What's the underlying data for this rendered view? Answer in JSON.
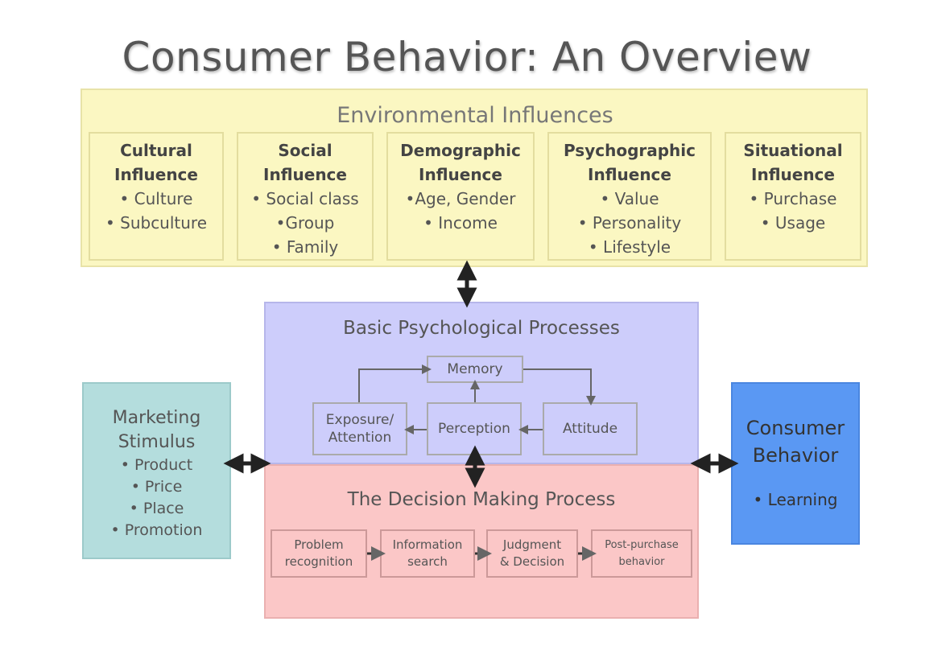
{
  "title": "Consumer Behavior: An Overview",
  "environmental": {
    "title": "Environmental Influences",
    "items": [
      {
        "heading_1": "Cultural",
        "heading_2": "Influence",
        "bullets": [
          "• Culture",
          "• Subculture"
        ]
      },
      {
        "heading_1": "Social",
        "heading_2": "Influence",
        "bullets": [
          "• Social class",
          "•Group",
          "• Family"
        ]
      },
      {
        "heading_1": "Demographic",
        "heading_2": "Influence",
        "bullets": [
          "•Age, Gender",
          "• Income"
        ]
      },
      {
        "heading_1": "Psychographic",
        "heading_2": "Influence",
        "bullets": [
          "• Value",
          "• Personality",
          "• Lifestyle"
        ]
      },
      {
        "heading_1": "Situational",
        "heading_2": "Influence",
        "bullets": [
          "• Purchase",
          "• Usage"
        ]
      }
    ]
  },
  "psychological": {
    "title": "Basic Psychological Processes",
    "memory": "Memory",
    "exposure_1": "Exposure/",
    "exposure_2": "Attention",
    "perception": "Perception",
    "attitude": "Attitude"
  },
  "decision": {
    "title": "The Decision Making Process",
    "steps": [
      {
        "line_1": "Problem",
        "line_2": "recognition"
      },
      {
        "line_1": "Information",
        "line_2": "search"
      },
      {
        "line_1": "Judgment",
        "line_2": "& Decision"
      },
      {
        "line_1": "Post-purchase",
        "line_2": "behavior"
      }
    ]
  },
  "marketing": {
    "title_1": "Marketing",
    "title_2": "Stimulus",
    "bullets": [
      "• Product",
      "• Price",
      "• Place",
      "• Promotion"
    ]
  },
  "consumer_behavior": {
    "title_1": "Consumer",
    "title_2": "Behavior",
    "bullets": [
      "• Learning"
    ]
  },
  "colors": {
    "environmental": "#fbf7c2",
    "psychological": "#cdcdfb",
    "decision": "#fbc7c7",
    "marketing": "#b4dddd",
    "consumer_behavior": "#5a98f3"
  }
}
